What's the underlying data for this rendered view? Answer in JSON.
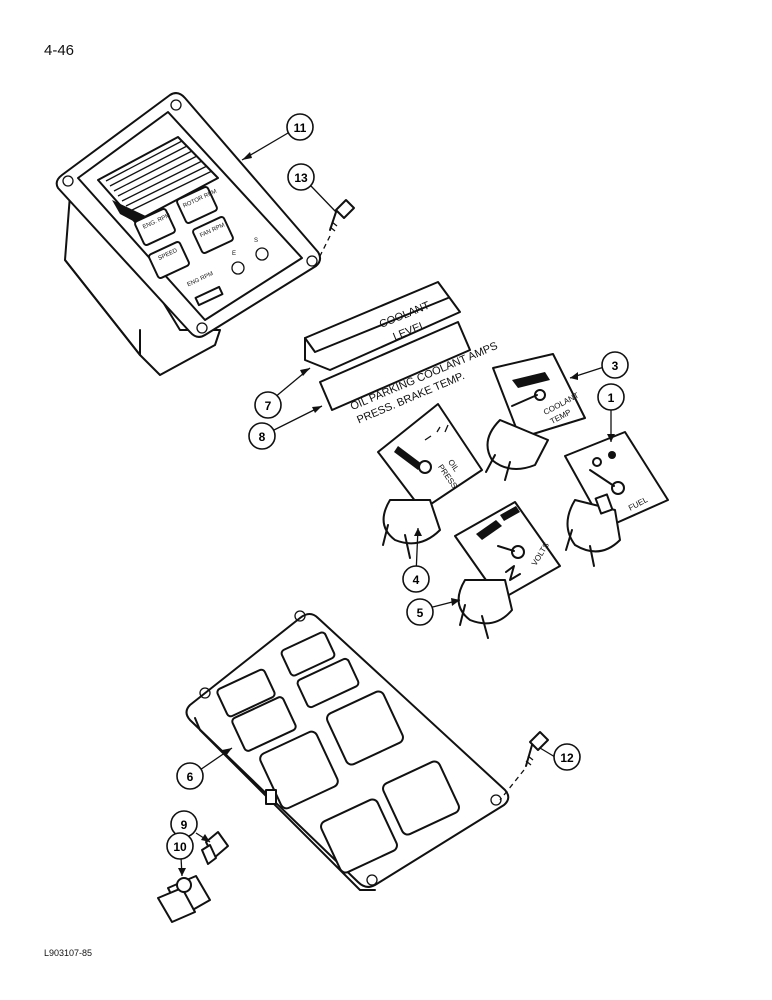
{
  "header": {
    "page_number": "4-46"
  },
  "footer": {
    "figure_code": "L903107-85"
  },
  "callouts": [
    "1",
    "3",
    "4",
    "5",
    "6",
    "7",
    "8",
    "9",
    "10",
    "11",
    "12",
    "13"
  ],
  "labels": {
    "coolant_line1": "COOLANT",
    "coolant_line2": "LEVEL",
    "warn_line1": "OIL PARKING COOLANT AMPS",
    "warn_line2": "PRESS. BRAKE TEMP.",
    "gauge_oil_1": "OIL",
    "gauge_oil_2": "PRESS",
    "gauge_coolant_1": "COOLANT",
    "gauge_coolant_2": "TEMP",
    "gauge_fuel": "FUEL",
    "gauge_volts": "VOLTS",
    "btn_eng_rpm": "ENG. RPM",
    "btn_rotor_rpm": "ROTOR RPM",
    "btn_speed": "SPEED",
    "btn_fan_rpm": "FAN RPM",
    "monitor_eng_rpm": "ENG RPM",
    "monitor_e": "E",
    "monitor_s": "S"
  }
}
